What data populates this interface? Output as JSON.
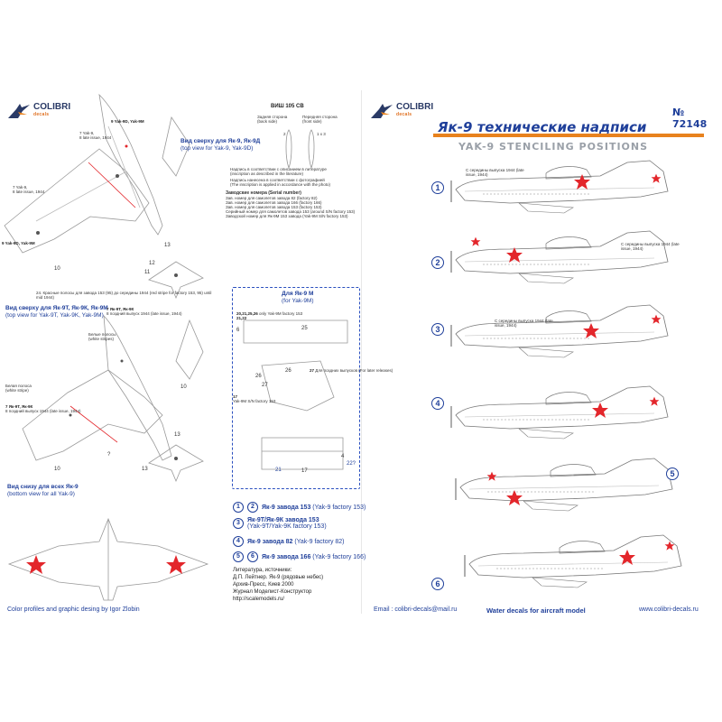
{
  "left_page": {
    "brand": "COLIBRI",
    "brand_sub": "decals",
    "top_view_1": {
      "title_ru": "Вид сверху для Як-9, Як-9Д",
      "title_en": "(top view for  Yak-9, Yak-9D)"
    },
    "top_view_2": {
      "title_ru": "Вид сверху для Як-9Т, Як-9К, Як-9М",
      "title_en": "(top view for  Yak-9T, Yak-9K, Yak-9M)"
    },
    "bottom_view": {
      "title_ru": "Вид снизу для всех Як-9",
      "title_en": "(bottom view for all Yak-9)"
    },
    "vish": {
      "title": "ВИШ 105 СВ",
      "back_ru": "Задняя  сторона",
      "back_en": "(back side)",
      "front_ru": "Передняя сторона",
      "front_en": "(front side)",
      "lbl2": "2",
      "lbl1x3": "1 x 3"
    },
    "notes": {
      "note1_ru": "Надпись в соответствии с описанием в литературе",
      "note1_en": "(inscription as described in the literature)",
      "note2_ru": "Надпись нанесена в соответствии с фотографией",
      "note2_en": "(The inscription is applied in accordance with the photo)"
    },
    "serial": {
      "header_ru": "Заводские номера",
      "header_en": "(Serial number)",
      "rows": [
        "Зав. номер для самолетов  завода 82 (factory 82)",
        "Зав. номер для самолетов  завода 166 (factory 166)",
        "Зав. номер для самолетов  завода 153 (factory 153)",
        "Серийный номер для самолетов  завода 153 (around S/N factory 153)",
        "Заводской номер для Як-9М  153  завода (Yak-9M S/N factory 153)"
      ]
    },
    "callouts": {
      "c9_yak9d": "9  Yak-9D, Yak-9M",
      "c7_yak9": "7  Yak-9,",
      "c8_late": "8  late issue, 1944",
      "c9_left": "9  Yak-9D, Yak-9M",
      "c7_left": "7  Yak-9,",
      "c8_left": "8  late issue, 1944",
      "c7_9t": "7  Як-9Т, Як-9К",
      "c8_9t": "8  поздний выпуск 1944 (late issue, 1944)",
      "white_stripe_1_ru": "Белая полоса",
      "white_stripe_1_en": "(white stripe)",
      "white_stripe_2_ru": "Белые полосы",
      "white_stripe_2_en": "(white stripes)",
      "c24": "24. Красные полосы для завода 153 (95) до середины 1944 (red stripe for factory 153,  95) until mid 1944)",
      "c10": "10",
      "c11": "11",
      "c12": "12",
      "c13": "13",
      "q": "?"
    }
  },
  "yak9m_box": {
    "title_ru": "Для Як-9 М",
    "title_en": "(for  Yak-9M)",
    "n1": "20,21,25,26",
    "n1b": "21,22",
    "n1_label": "only Yak-9M factory 153",
    "n25": "25",
    "n6": "6",
    "n26": "26",
    "n27": "27",
    "n27_label": "Для поздних выпусков (For later releases)",
    "n17": "17",
    "n17_label": "Yak-9M S/N factory 153",
    "n4": "4",
    "n21": "21",
    "n22": "22?",
    "n17b": "17"
  },
  "legend": [
    {
      "nums": [
        "1",
        "2"
      ],
      "ru": "Як-9 завода 153",
      "en": "(Yak-9 factory 153)"
    },
    {
      "nums": [
        "3"
      ],
      "ru": "Як-9Т/Як-9К завода 153",
      "en": "(Yak-9T/Yak-9K factory 153)"
    },
    {
      "nums": [
        "4"
      ],
      "ru": "Як-9 завода 82",
      "en": "(Yak-9 factory 82)"
    },
    {
      "nums": [
        "5",
        "6"
      ],
      "ru": "Як-9 завода 166",
      "en": "(Yak-9 factory 166)"
    }
  ],
  "literature": {
    "l1": "Литература, источники:",
    "l2": "Д.П. Лейтнер. Як-9 (рядовые небес)",
    "l3": "Архив-Пресс, Киев 2000",
    "l4": "Журнал Моделист-Конструктор",
    "l5": "http://scalemodels.ru/"
  },
  "right_page": {
    "brand": "COLIBRI",
    "brand_sub": "decals",
    "code": "№ 72148",
    "title_ru": "Як-9 технические надписи",
    "title_en": "YAK-9 STENCILING POSITIONS",
    "profiles": [
      "1",
      "2",
      "3",
      "4",
      "5",
      "6"
    ],
    "notes": {
      "n1": "С середины выпуска 1944 (late issue, 1944)",
      "n2": "С середины выпуска 1944 (late issue, 1944)",
      "n3": "С середины выпуска 1944 (late issue, 1944)"
    }
  },
  "footer": {
    "credit": "Color profiles and graphic desing by Igor Zlobin",
    "email": "Email :  colibri-decals@mail.ru",
    "water": "Water decals for aircraft model",
    "web": "www.colibri-decals.ru"
  },
  "colors": {
    "brand_blue": "#1f3f9a",
    "accent_orange": "#e8821e",
    "star_red": "#e3262b",
    "line_gray": "#6a6a6a"
  }
}
